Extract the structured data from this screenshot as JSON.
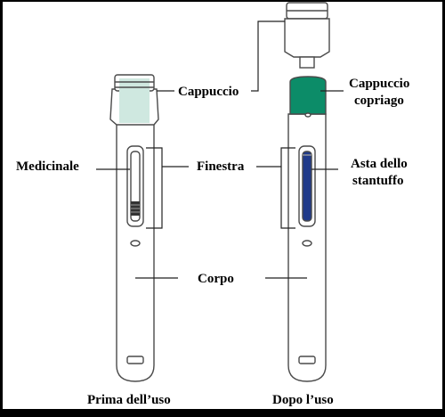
{
  "labels": {
    "cap": "Cappuccio",
    "needle_cap_line1": "Cappuccio",
    "needle_cap_line2": "copriago",
    "medicine": "Medicinale",
    "window": "Finestra",
    "plunger_line1": "Asta dello",
    "plunger_line2": "stantuffo",
    "body": "Corpo",
    "before_use": "Prima dell’uso",
    "after_use": "Dopo l’uso"
  },
  "colors": {
    "cap_tint": "#cfe8e0",
    "needle_cap": "#0c8c68",
    "plunger": "#1f3a8a",
    "outline": "#4a4a4a"
  }
}
